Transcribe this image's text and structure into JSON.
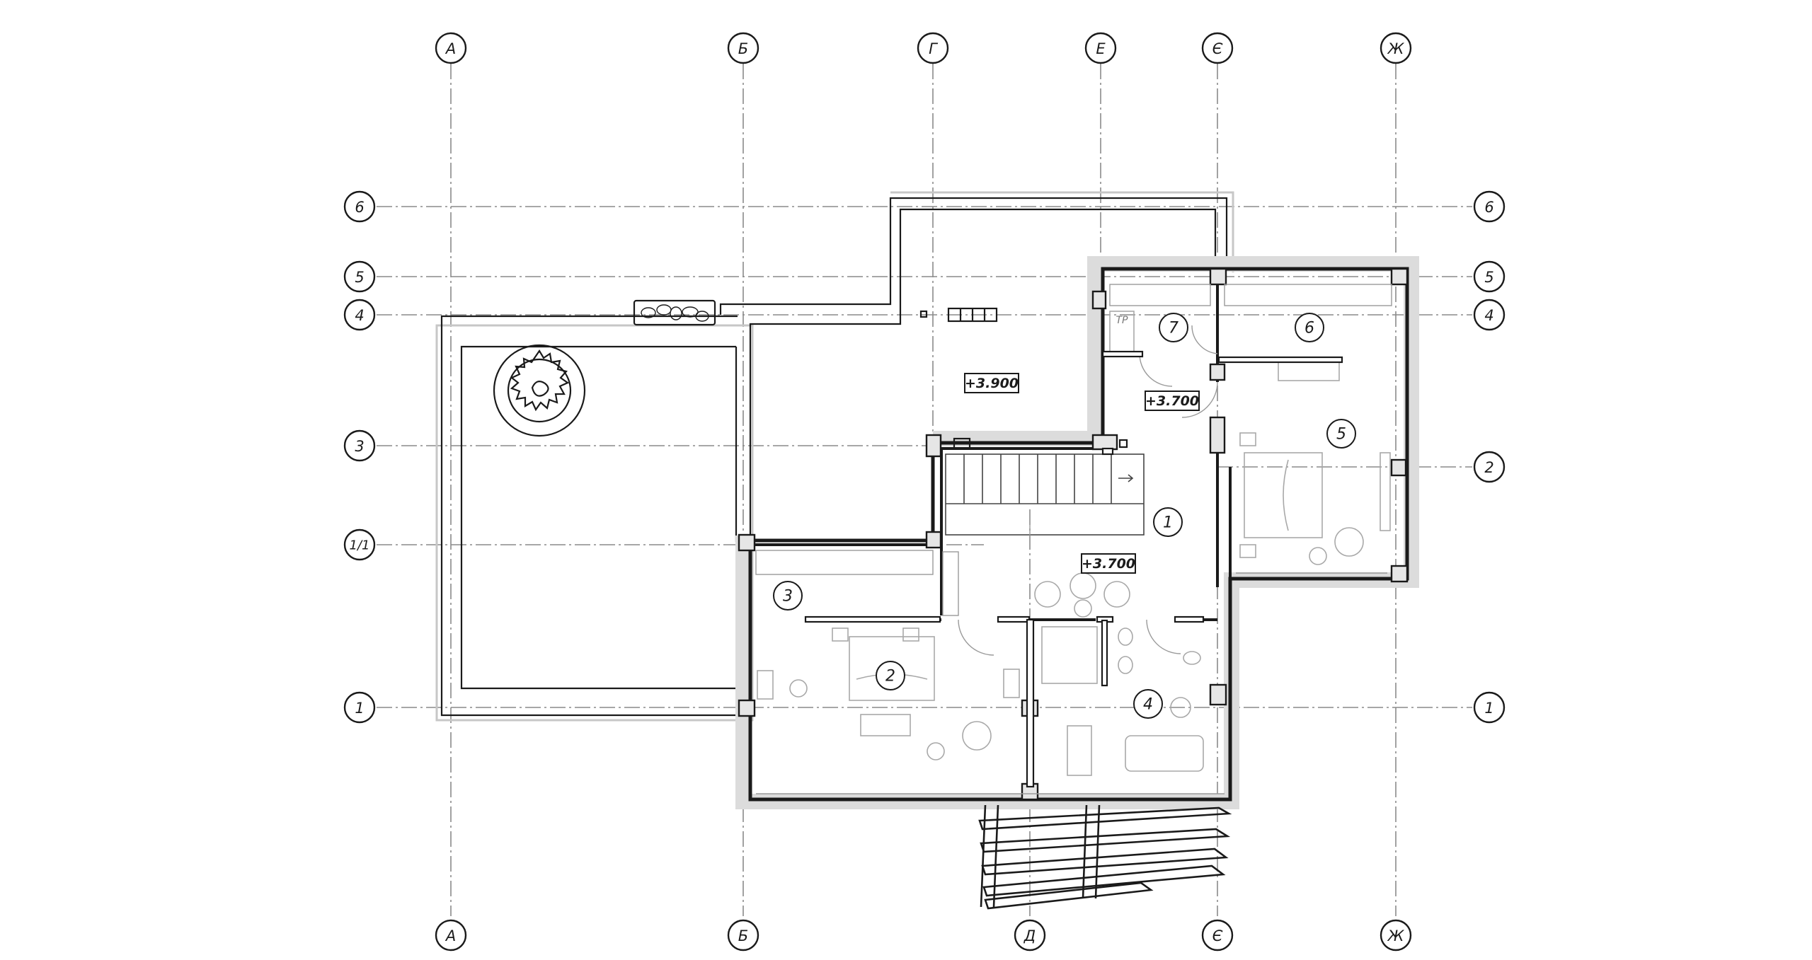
{
  "axes": {
    "top_labels": [
      "А",
      "Б",
      "Г",
      "Е",
      "Є",
      "Ж"
    ],
    "bottom_labels": [
      "А",
      "Б",
      "Д",
      "Є",
      "Ж"
    ],
    "left_labels": [
      "6",
      "5",
      "4",
      "3",
      "1/1",
      "1"
    ],
    "right_labels": [
      "6",
      "5",
      "4",
      "2",
      "1"
    ]
  },
  "rooms": [
    "1",
    "2",
    "3",
    "4",
    "5",
    "6",
    "7"
  ],
  "levels": {
    "roof": "+3.900",
    "hall": "+3.700",
    "corridor": "+3.700"
  },
  "tags": {
    "technical_room": "ТР"
  }
}
